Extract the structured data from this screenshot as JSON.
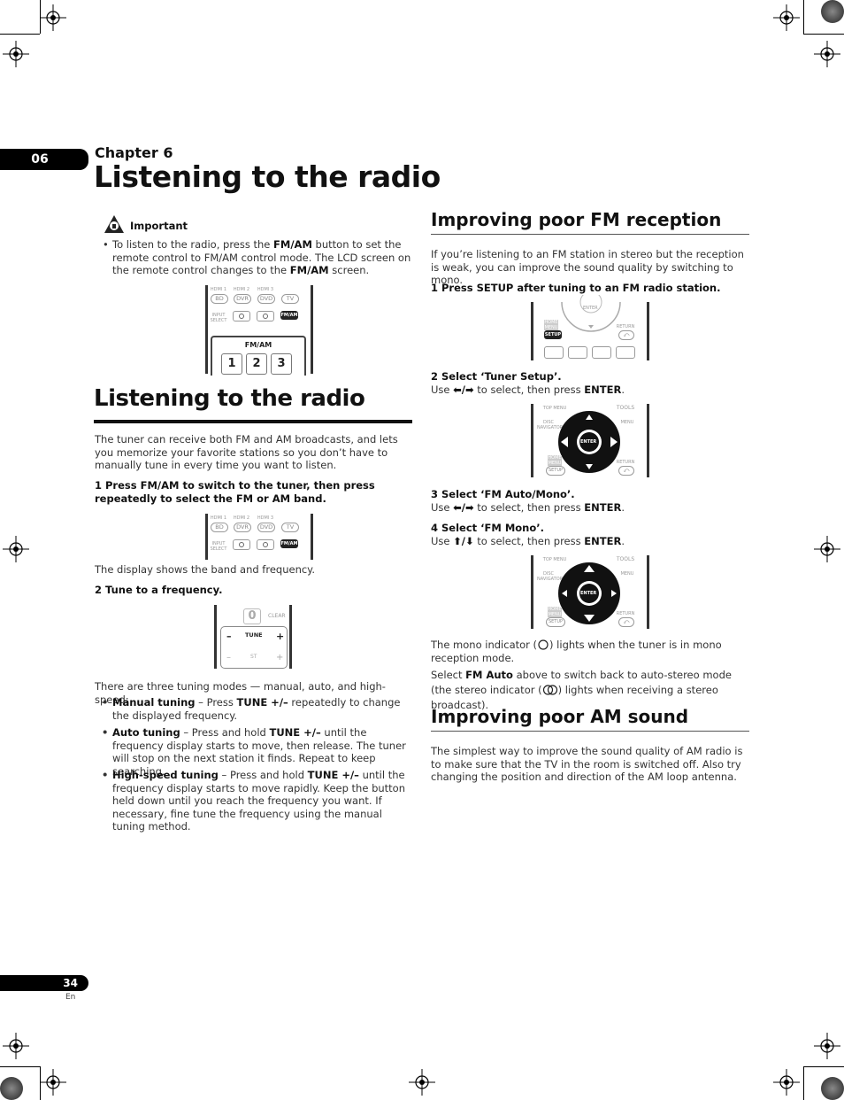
{
  "chapter": {
    "number": "06",
    "label": "Chapter 6",
    "title": "Listening to the radio"
  },
  "important": {
    "label": "Important",
    "bullet": [
      {
        "t": "To listen to the radio, press the ",
        "b": false
      },
      {
        "t": "FM/AM",
        "b": true
      },
      {
        "t": " button to set the remote control to FM/AM control mode. The LCD screen on the remote control changes to the ",
        "b": false
      },
      {
        "t": "FM/AM",
        "b": true
      },
      {
        "t": " screen.",
        "b": false
      }
    ]
  },
  "remote": {
    "hdmi1": "HDMI 1",
    "hdmi2": "HDMI 2",
    "hdmi3": "HDMI 3",
    "bd": "BD",
    "dvr": "DVR",
    "dvd": "DVD",
    "tv": "TV",
    "input_select": "INPUT SELECT",
    "fmam": "FM/AM",
    "lcd_label": "FM/AM",
    "keys": [
      "1",
      "2",
      "3"
    ],
    "zero": "0",
    "clear": "CLEAR",
    "tune": "TUNE",
    "minus": "–",
    "plus": "+",
    "st": "ST",
    "enter": "ENTER",
    "setup": "SETUP",
    "return": "RETURN",
    "top_menu": "TOP MENU",
    "tools": "TOOLS",
    "menu": "MENU",
    "disc_navigator": "DISC NAVIGATOR",
    "home_menu": "HOME MENU"
  },
  "left": {
    "section_title": "Listening to the radio",
    "intro": "The tuner can receive both FM and AM broadcasts, and lets you memorize your favorite stations so you don’t have to manually tune in every time you want to listen.",
    "step1": "1    Press FM/AM to switch to the tuner, then press repeatedly to select the FM or AM band.",
    "display_note": "The display shows the band and frequency.",
    "step2": "2    Tune to a frequency.",
    "modes_intro": "There are three tuning modes — manual, auto, and high-speed:",
    "modes": [
      [
        {
          "t": "Manual tuning",
          "b": true
        },
        {
          "t": " – Press ",
          "b": false
        },
        {
          "t": "TUNE +/–",
          "b": true
        },
        {
          "t": " repeatedly to change the displayed frequency.",
          "b": false
        }
      ],
      [
        {
          "t": "Auto tuning",
          "b": true
        },
        {
          "t": " – Press and hold ",
          "b": false
        },
        {
          "t": "TUNE +/–",
          "b": true
        },
        {
          "t": " until the frequency display starts to move, then release. The tuner will stop on the next station it finds. Repeat to keep searching.",
          "b": false
        }
      ],
      [
        {
          "t": "High-speed tuning",
          "b": true
        },
        {
          "t": " – Press and hold ",
          "b": false
        },
        {
          "t": "TUNE +/–",
          "b": true
        },
        {
          "t": " until the frequency display starts to move rapidly. Keep the button held down until you reach the frequency you want. If necessary, fine tune the frequency using the manual tuning method.",
          "b": false
        }
      ]
    ]
  },
  "right": {
    "fm_title": "Improving poor FM reception",
    "fm_intro": "If you’re listening to an FM station in stereo but the reception is weak, you can improve the sound quality by switching to mono.",
    "step1": "1    Press SETUP after tuning to an FM radio station.",
    "step2": "2    Select ‘Tuner Setup’.",
    "use": "Use ",
    "lr": "⬅/➡",
    "ud": "⬆/⬇",
    "to_select": " to select, then press ",
    "enter": "ENTER",
    "period": ".",
    "step3": "3    Select ‘FM Auto/Mono’.",
    "step4": "4    Select ‘FM Mono’.",
    "mono_note_a": "The mono indicator (",
    "mono_note_b": ") lights when the tuner is in mono reception mode.",
    "select_a": "Select ",
    "fm_auto": "FM Auto",
    "select_b": " above to switch back to auto-stereo mode (the stereo indicator (",
    "select_c": ") lights when receiving a stereo broadcast).",
    "am_title": "Improving poor AM sound",
    "am_text": "The simplest way to improve the sound quality of AM radio is to make sure that the TV in the room is switched off. Also try changing the position and direction of the AM loop antenna."
  },
  "footer": {
    "page": "34",
    "lang": "En"
  }
}
